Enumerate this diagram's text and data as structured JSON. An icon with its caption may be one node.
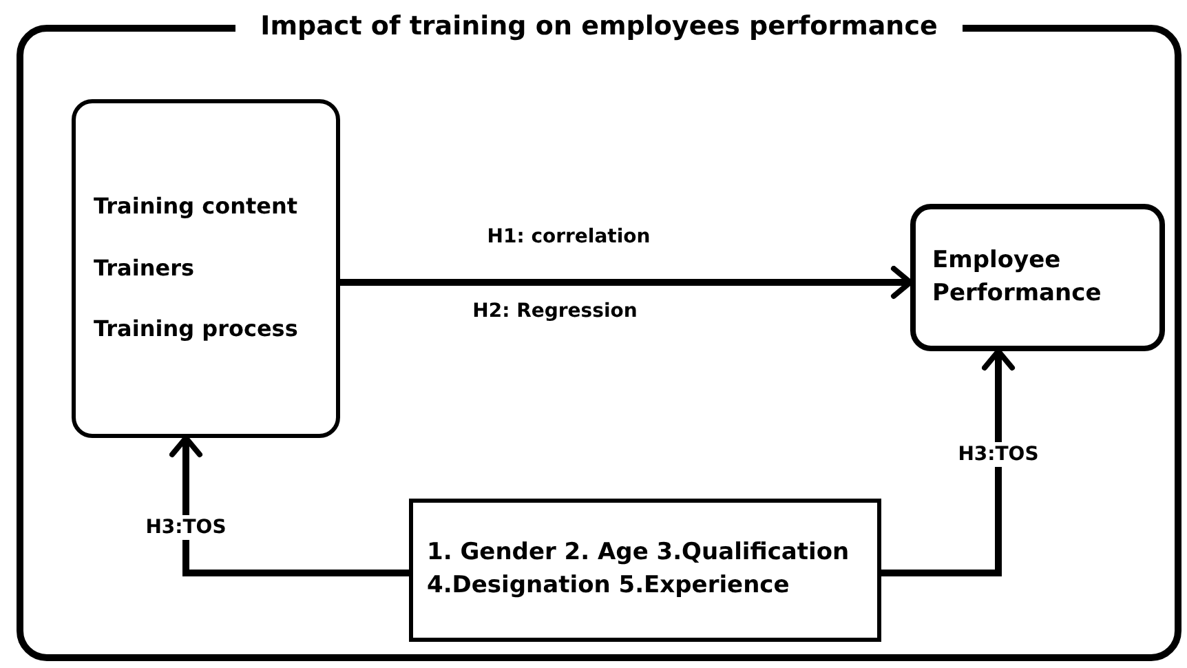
{
  "diagram": {
    "nodes": [
      {
        "text": [
          "Impact of training on employees performance"
        ]
      },
      {
        "text": [
          "Training content",
          "Trainers",
          "Training process"
        ],
        "in": 0
      },
      {
        "text": [
          "Employee Performance"
        ],
        "in": 0
      },
      {
        "text": [
          "1. Gender 2. Age 3.Qualification 4.Designation 5.Experience"
        ],
        "in": 0
      }
    ],
    "edges": [
      {
        "from": 1,
        "to": 2,
        "arrow": "to",
        "label": "H1: correlation"
      },
      {
        "from": 3,
        "to": 1,
        "arrow": "to",
        "label": "H3:TOS"
      },
      {
        "from": 3,
        "to": 2,
        "arrow": "to",
        "label": "H3:TOS"
      }
    ],
    "labels": [
      "H2: Regression"
    ]
  }
}
